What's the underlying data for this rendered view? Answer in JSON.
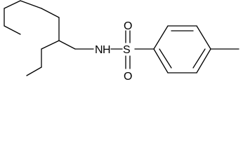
{
  "molecule": {
    "atoms": {
      "nitrogen": "N",
      "nitrogen_h": "H",
      "sulfur": "S",
      "oxygen_top": "O",
      "oxygen_bottom": "O"
    },
    "colors": {
      "background": "#ffffff",
      "ink": "#000000"
    }
  }
}
